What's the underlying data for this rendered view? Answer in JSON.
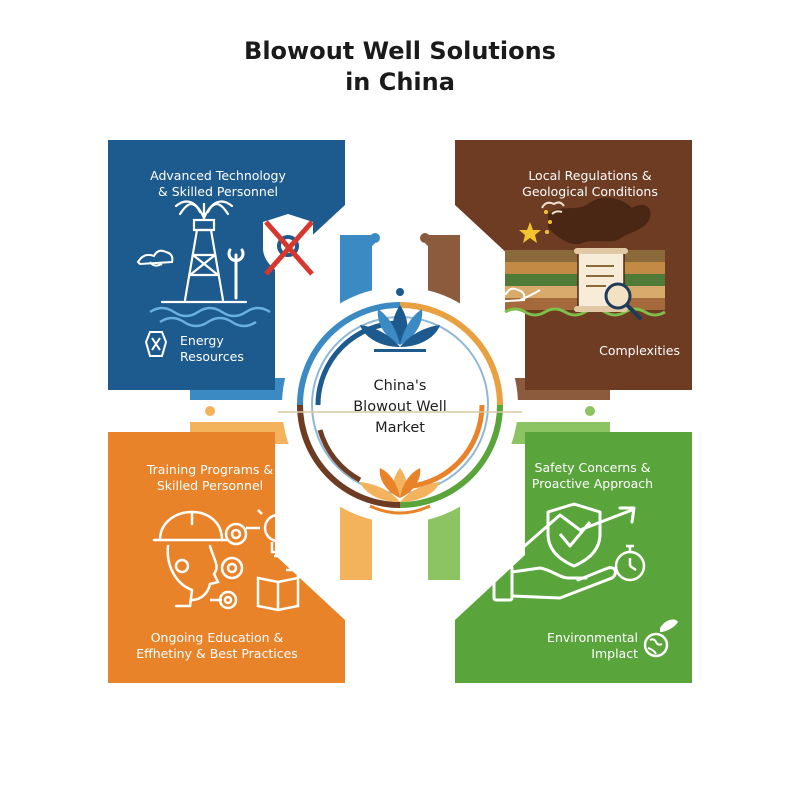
{
  "title": {
    "line1": "Blowout Well Solutions",
    "line2": "in China"
  },
  "center": {
    "line1": "China's",
    "line2": "Blowout Well",
    "line3": "Market"
  },
  "quadrants": {
    "top_left": {
      "heading_line1": "Advanced Technology",
      "heading_line2": "& Skilled Personnel",
      "sub_line1": "Energy",
      "sub_line2": "Resources",
      "color": "#1d5a8e"
    },
    "top_right": {
      "heading_line1": "Local Regulations &",
      "heading_line2": "Geological Conditions",
      "sub": "Complexities",
      "color": "#6e3c22"
    },
    "bottom_left": {
      "heading_line1": "Training Programs &",
      "heading_line2": "Skilled Personnel",
      "sub_line1": "Ongoing Education &",
      "sub_line2": "Effhetiny & Best Practices",
      "color": "#e9832a"
    },
    "bottom_right": {
      "heading_line1": "Safety Concerns &",
      "heading_line2": "Proactive Approach",
      "sub_line1": "Environmental",
      "sub_line2": "Implact",
      "color": "#5aa43c"
    }
  },
  "icons": [
    "oil-rig-icon",
    "wrench-icon",
    "crossed-shield-icon",
    "cloud-icon",
    "energy-badge-icon",
    "china-map-icon",
    "star-icon",
    "document-scroll-icon",
    "magnifier-icon",
    "worker-helmet-icon",
    "gears-icon",
    "lightbulb-icon",
    "book-icon",
    "shield-check-icon",
    "hand-icon",
    "up-arrow-icon",
    "stopwatch-icon",
    "globe-leaf-icon",
    "lotus-icon"
  ]
}
